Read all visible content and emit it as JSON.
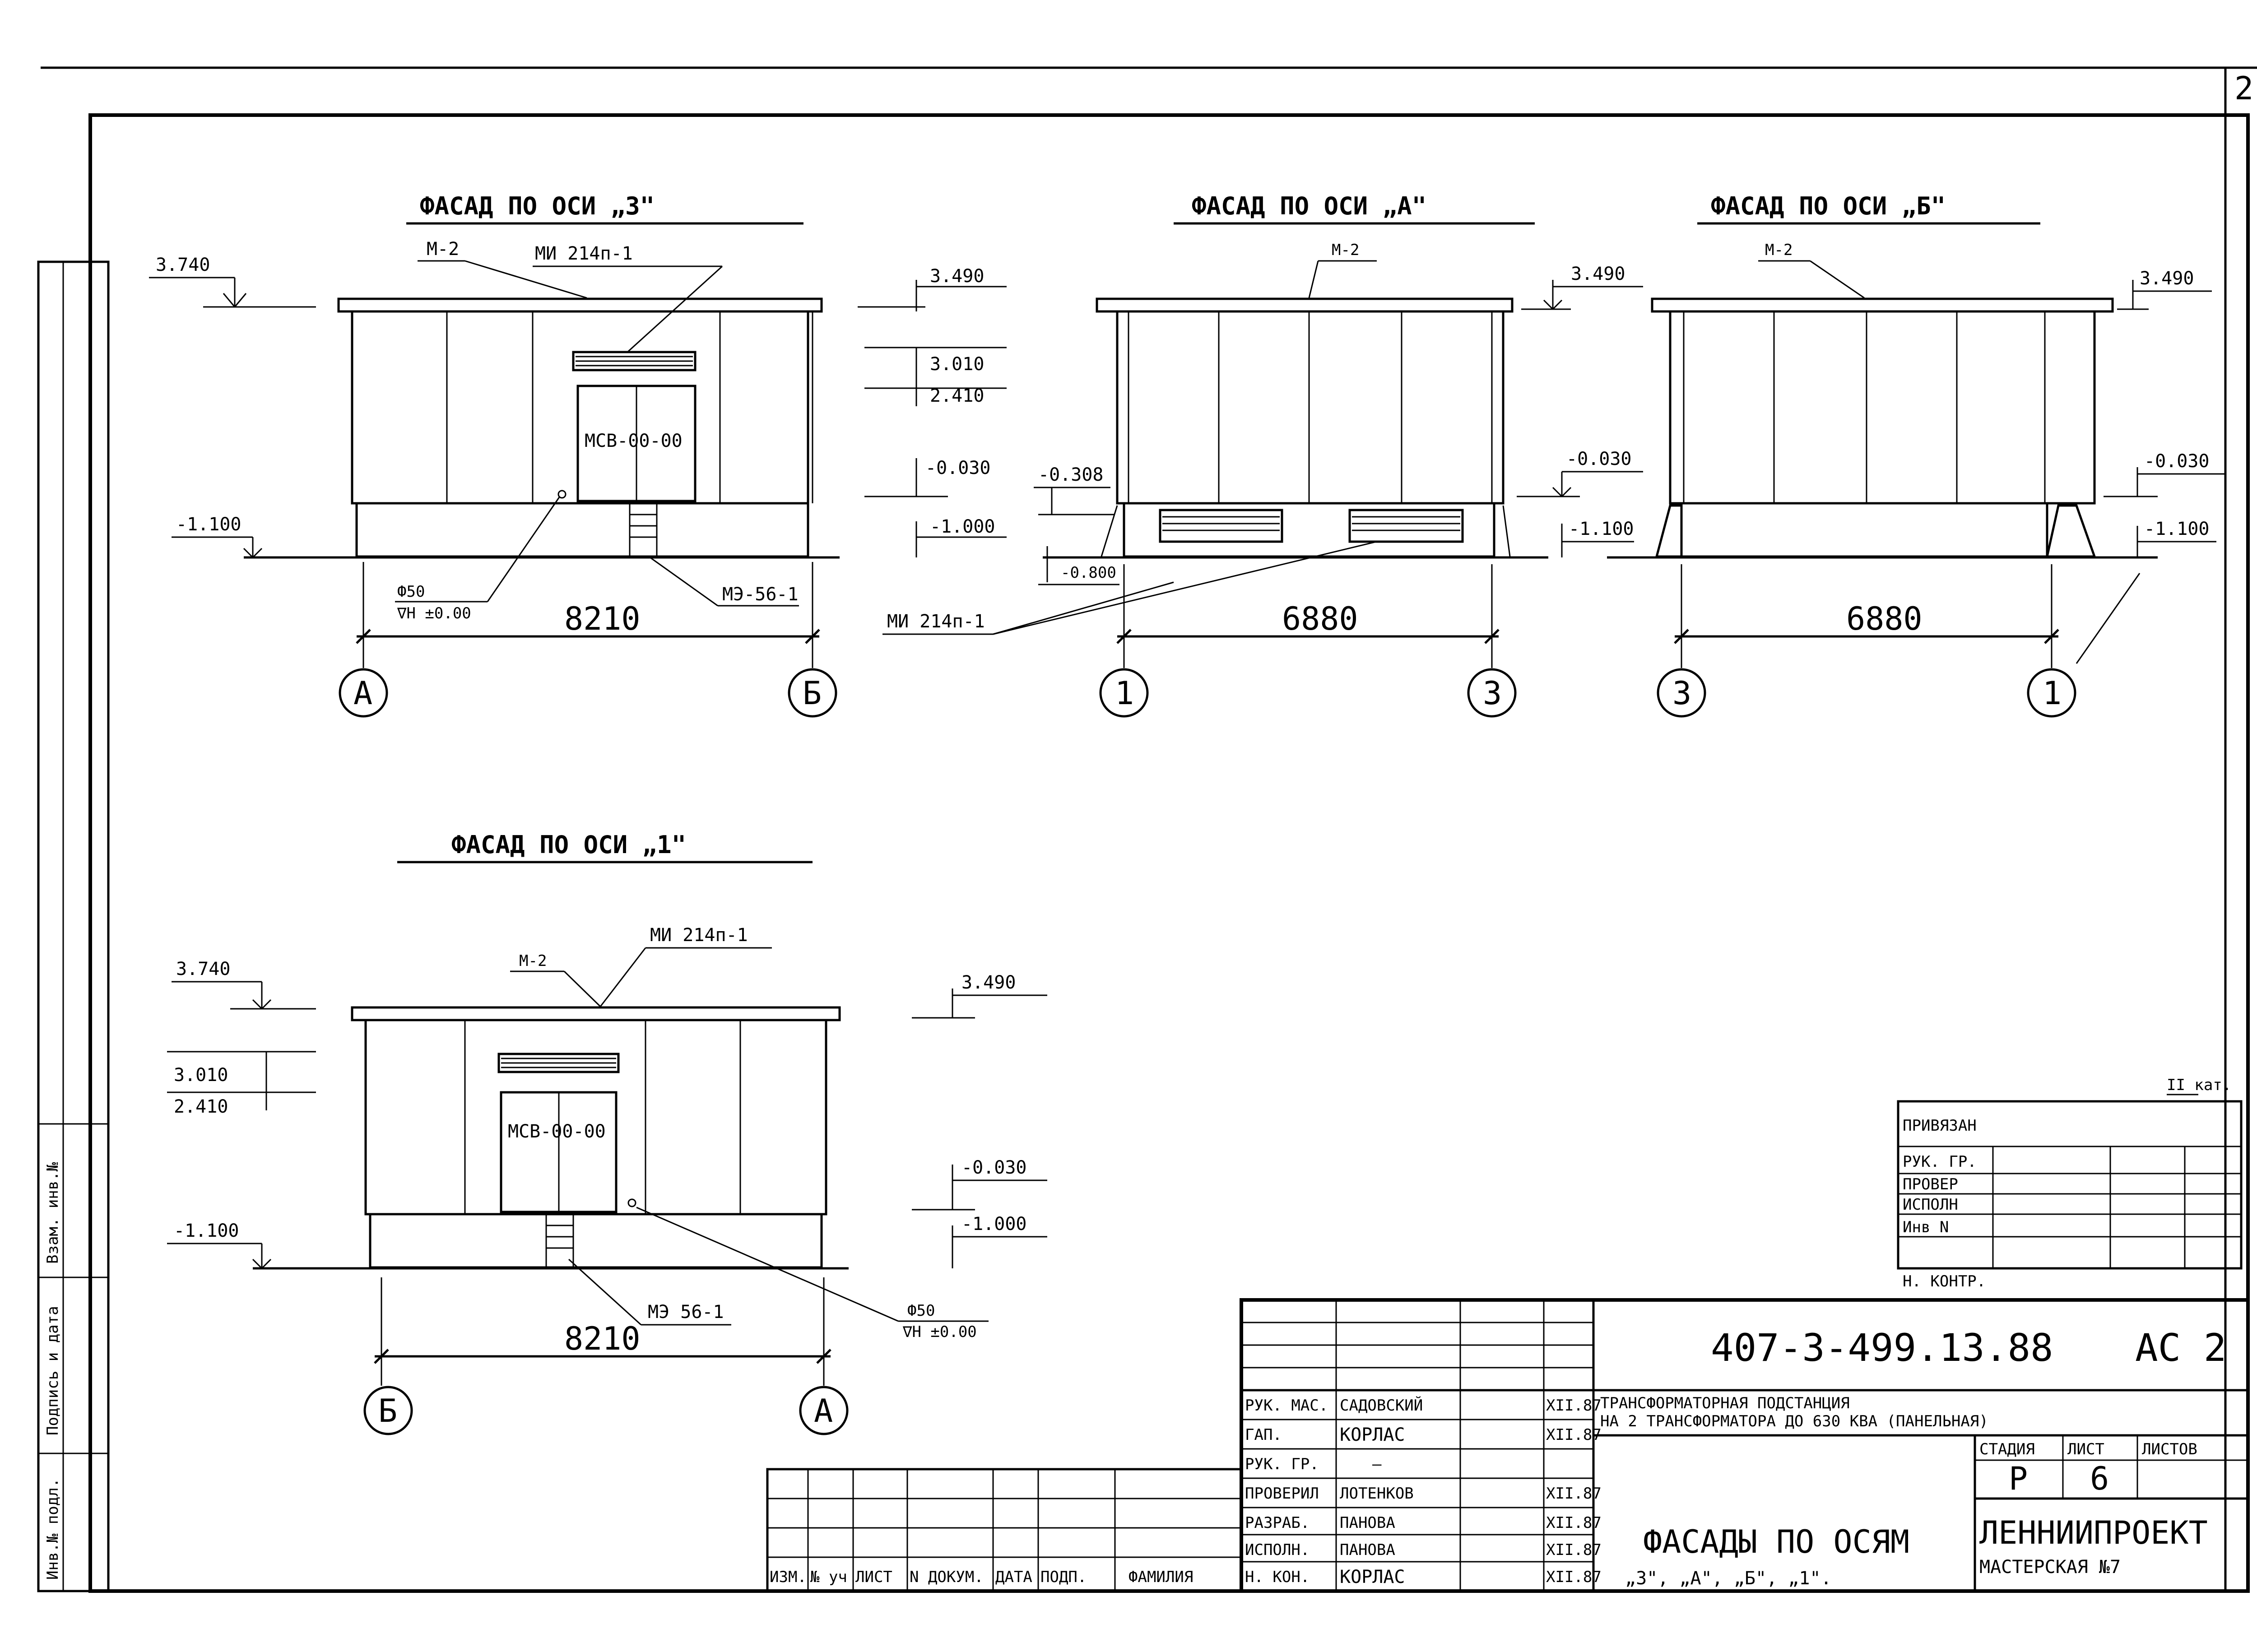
{
  "views": {
    "axis3": {
      "title": "ФАСАД ПО ОСИ „3\"",
      "mark_m2": "М-2",
      "mark_grille": "МИ 214п-1",
      "mark_door": "МСВ-00-00",
      "mark_stair": "МЭ-56-1",
      "pipe": "Ф50",
      "pipe_level": "∇Н ±0.00",
      "dim_width": "8210",
      "axis_left": "А",
      "axis_right": "Б",
      "levels": [
        "3.740",
        "-1.100",
        "3.490",
        "3.010",
        "2.410",
        "-0.030",
        "-1.000"
      ]
    },
    "axisA": {
      "title": "ФАСАД ПО ОСИ „А\"",
      "mark_m2": "М-2",
      "mark_grille": "МИ 214п-1",
      "dim_width": "6880",
      "axis_left": "1",
      "axis_right": "3",
      "levels": [
        "3.490",
        "-0.308",
        "-0.030",
        "-1.100",
        "-0.800"
      ]
    },
    "axisB": {
      "title": "ФАСАД ПО ОСИ „Б\"",
      "mark_m2": "М-2",
      "dim_width": "6880",
      "axis_left": "3",
      "axis_right": "1",
      "levels": [
        "3.490",
        "-0.030",
        "-1.100"
      ]
    },
    "axis1": {
      "title": "ФАСАД ПО ОСИ „1\"",
      "mark_m2": "М-2",
      "mark_grille": "МИ 214п-1",
      "mark_door": "МСВ-00-00",
      "mark_stair": "МЭ 56-1",
      "pipe": "Ф50",
      "pipe_level": "∇Н ±0.00",
      "dim_width": "8210",
      "axis_left": "Б",
      "axis_right": "А",
      "levels": [
        "3.740",
        "3.010",
        "2.410",
        "-1.100",
        "3.490",
        "-0.030",
        "-1.000"
      ]
    }
  },
  "stamp": {
    "category": "II кат.",
    "side_table": [
      "ПРИВЯЗАН",
      "РУК. ГР.",
      "ПРОВЕР",
      "ИСПОЛН",
      "Инв N",
      "Н. КОНТР."
    ],
    "code": "407-3-499.13.88",
    "sheet_code": "АС 2",
    "project_line1": "ТРАНСФОРМАТОРНАЯ ПОДСТАНЦИЯ",
    "project_line2": "НА 2 ТРАНСФОРМАТОРА ДО 630 КВА (ПАНЕЛЬНАЯ)",
    "drawing_title_line1": "ФАСАДЫ ПО ОСЯМ",
    "drawing_title_line2": "„3\", „А\", „Б\", „1\".",
    "stage_header": "СТАДИЯ",
    "sheet_header": "ЛИСТ",
    "sheets_header": "ЛИСТОВ",
    "stage": "Р",
    "sheet": "6",
    "org_line1": "ЛЕННИИПРОЕКТ",
    "org_line2": "МАСТЕРСКАЯ №7",
    "people": [
      {
        "role": "РУК. МАС.",
        "name": "САДОВСКИЙ",
        "date": "XII.87"
      },
      {
        "role": "ГАП.",
        "name": "КОРЛАС",
        "date": "XII.87"
      },
      {
        "role": "РУК. ГР.",
        "name": "—",
        "date": ""
      },
      {
        "role": "ПРОВЕРИЛ",
        "name": "ЛОТЕНКОВ",
        "date": "XII.87"
      },
      {
        "role": "РАЗРАБ.",
        "name": "ПАНОВА",
        "date": "XII.87"
      },
      {
        "role": "ИСПОЛН.",
        "name": "ПАНОВА",
        "date": "XII.87"
      },
      {
        "role": "Н. КОН.",
        "name": "КОРЛАС",
        "date": "XII.87"
      }
    ],
    "change_header": [
      "ИЗМ.",
      "№ уч",
      "ЛИСТ",
      "N ДОКУМ.",
      "ДАТА",
      "ПОДП.",
      "ФАМИЛИЯ"
    ]
  },
  "left_strip": [
    "Инв.№ подл.",
    "Подпись и дата",
    "Взам. инв.№"
  ],
  "corner_mark": "2"
}
